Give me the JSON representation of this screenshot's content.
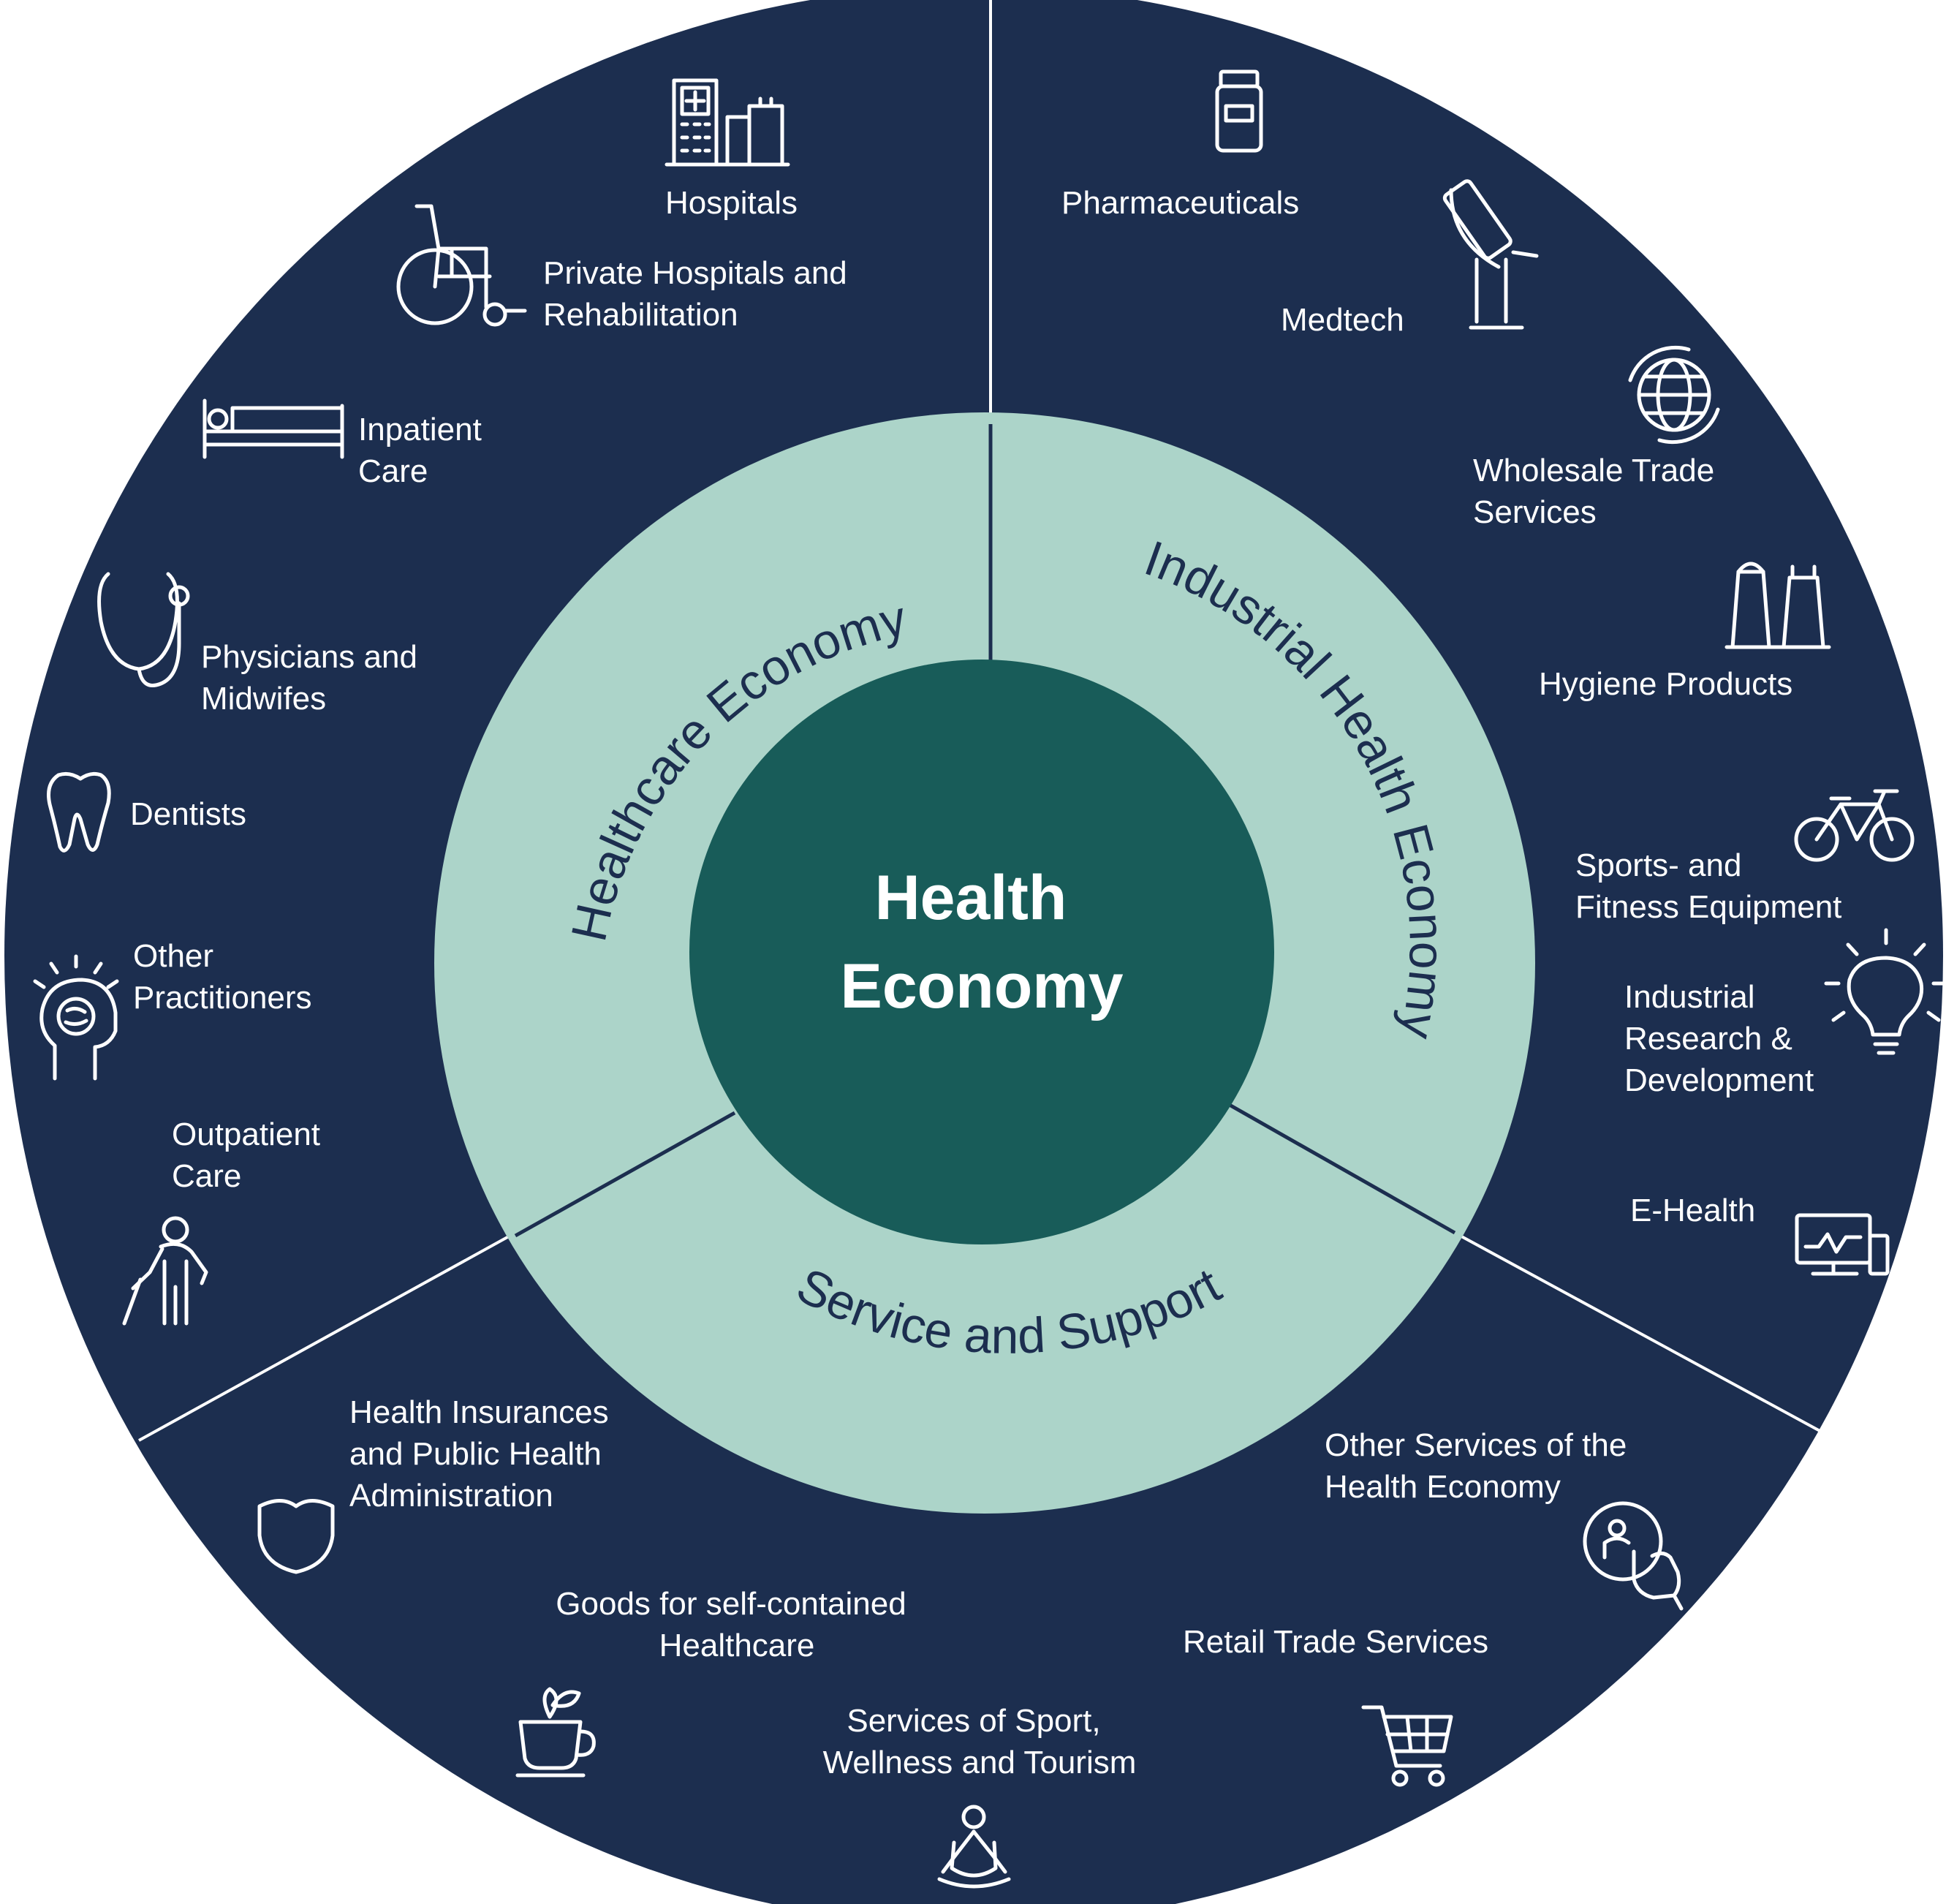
{
  "center": {
    "line1": "Health",
    "line2": "Economy"
  },
  "segments": {
    "healthcare": "Healthcare Economy",
    "industrial": "Industrial Health Economy",
    "service": "Service and Support"
  },
  "items": {
    "hospitals": [
      "Hospitals"
    ],
    "private_hospitals": [
      "Private Hospitals and",
      "Rehabilitation"
    ],
    "inpatient": [
      "Inpatient",
      "Care"
    ],
    "physicians": [
      "Physicians and",
      "Midwifes"
    ],
    "dentists": [
      "Dentists"
    ],
    "other_practitioners": [
      "Other",
      "Practitioners"
    ],
    "outpatient": [
      "Outpatient",
      "Care"
    ],
    "pharmaceuticals": [
      "Pharmaceuticals"
    ],
    "medtech": [
      "Medtech"
    ],
    "wholesale": [
      "Wholesale Trade",
      "Services"
    ],
    "hygiene": [
      "Hygiene Products"
    ],
    "sports_equipment": [
      "Sports- and",
      "Fitness Equipment"
    ],
    "industrial_rd": [
      "Industrial",
      "Research &",
      "Development"
    ],
    "ehealth": [
      "E-Health"
    ],
    "health_insurances": [
      "Health Insurances",
      "and Public Health",
      "Administration"
    ],
    "goods_selfcare": [
      "Goods for self-contained",
      "Healthcare"
    ],
    "sport_services": [
      "Services of Sport,",
      "Wellness and Tourism"
    ],
    "retail": [
      "Retail Trade Services"
    ],
    "other_services": [
      "Other Services of the",
      "Health Economy"
    ]
  },
  "colors": {
    "outer_ring": "#1c2e4f",
    "middle_ring": "#acd4c9",
    "center": "#185c59",
    "divider": "#ffffff"
  },
  "icons": {
    "hospitals": "hospital-building-icon",
    "private_hospitals": "wheelchair-icon",
    "inpatient": "hospital-bed-icon",
    "physicians": "stethoscope-icon",
    "dentists": "tooth-icon",
    "other_practitioners": "head-brain-icon",
    "outpatient": "elderly-person-cane-icon",
    "pharmaceuticals": "medicine-bottle-icon",
    "medtech": "microscope-icon",
    "wholesale": "globe-icon",
    "hygiene": "factory-icon",
    "sports_equipment": "bicycle-icon",
    "industrial_rd": "light-bulb-icon",
    "ehealth": "monitor-chart-icon",
    "health_insurances": "shield-icon",
    "goods_selfcare": "tea-cup-leaf-icon",
    "sport_services": "meditation-icon",
    "retail": "shopping-cart-icon",
    "other_services": "touch-support-icon"
  }
}
